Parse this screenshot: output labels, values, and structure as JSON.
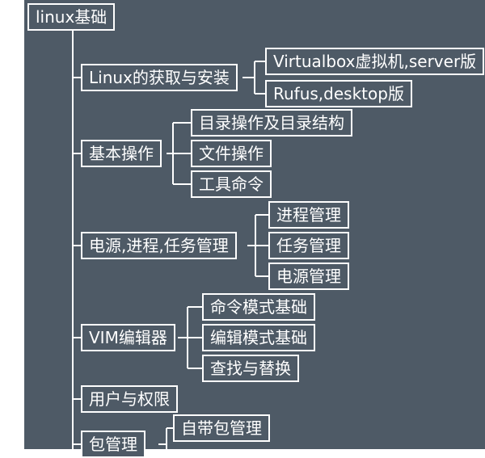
{
  "root": {
    "label": "linux基础"
  },
  "branches": [
    {
      "label": "Linux的获取与安装",
      "children": [
        "Virtualbox虚拟机,server版",
        "Rufus,desktop版"
      ]
    },
    {
      "label": "基本操作",
      "children": [
        "目录操作及目录结构",
        "文件操作",
        "工具命令"
      ]
    },
    {
      "label": "电源,进程,任务管理",
      "children": [
        "进程管理",
        "任务管理",
        "电源管理"
      ]
    },
    {
      "label": "VIM编辑器",
      "children": [
        "命令模式基础",
        "编辑模式基础",
        "查找与替换"
      ]
    },
    {
      "label": "用户与权限",
      "children": []
    },
    {
      "label": "包管理",
      "children": [
        "自带包管理"
      ]
    }
  ],
  "colors": {
    "background": "#4e5a66",
    "line": "#ffffff",
    "text": "#ffffff"
  }
}
